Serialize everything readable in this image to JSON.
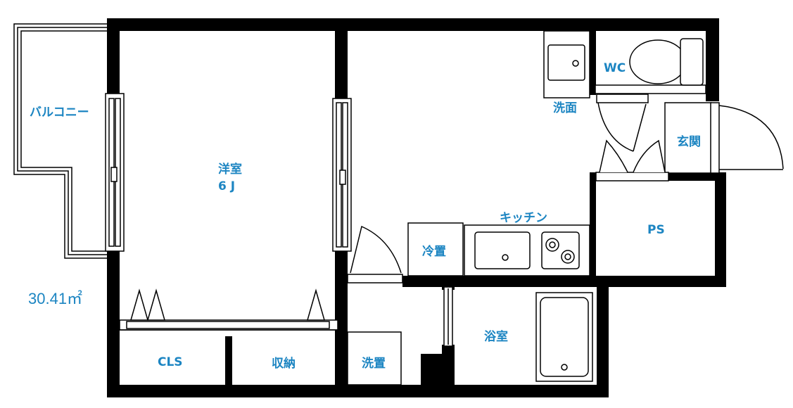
{
  "colors": {
    "label": "#1c85c2",
    "wall": "#000000",
    "background": "#ffffff"
  },
  "labels": {
    "balcony": "バルコニー",
    "western_room": "洋室",
    "western_room_size": "6 J",
    "wc": "WC",
    "washbasin": "洗面",
    "entrance": "玄関",
    "kitchen": "キッチン",
    "refrigerator": "冷置",
    "ps": "PS",
    "bathroom": "浴室",
    "laundry": "洗置",
    "cls": "CLS",
    "storage": "収納"
  },
  "total_area": "30.41㎡"
}
